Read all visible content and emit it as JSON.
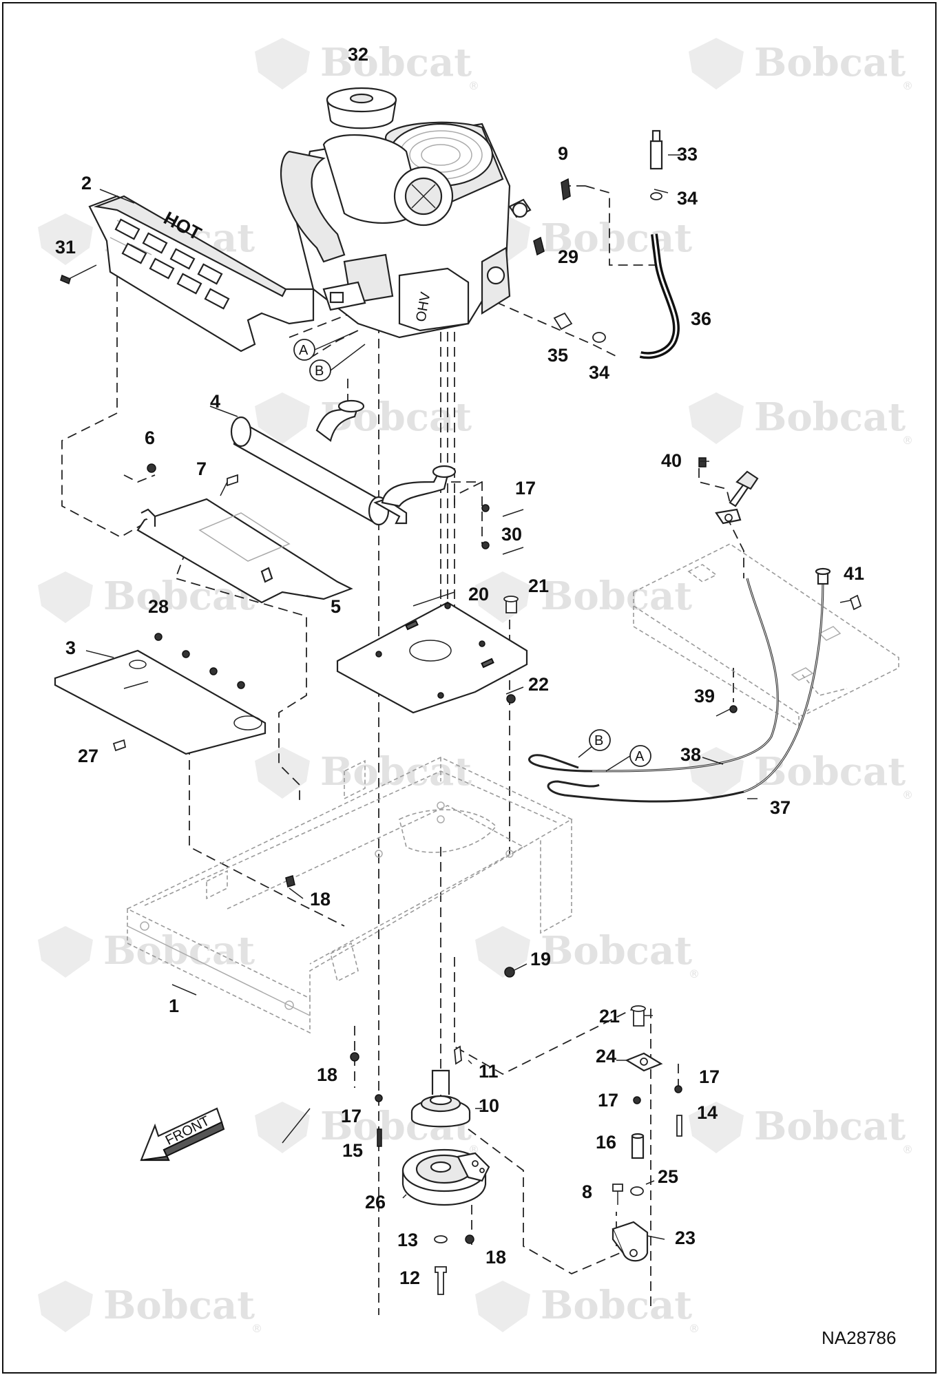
{
  "watermark": {
    "text": "Bobcat",
    "reg_mark": "®"
  },
  "drawing_ref": "NA28786",
  "front_arrow_label": "FRONT",
  "hot_label": "HOT",
  "engine_badge": "OHV",
  "callouts": [
    "1",
    "2",
    "3",
    "4",
    "5",
    "6",
    "7",
    "8",
    "9",
    "10",
    "11",
    "12",
    "13",
    "14",
    "15",
    "16",
    "17",
    "18",
    "19",
    "20",
    "21",
    "22",
    "23",
    "24",
    "25",
    "26",
    "27",
    "28",
    "29",
    "30",
    "31",
    "32",
    "33",
    "34",
    "35",
    "36",
    "37",
    "38",
    "39",
    "40",
    "41"
  ],
  "connector_refs": {
    "a": "A",
    "b": "B"
  }
}
